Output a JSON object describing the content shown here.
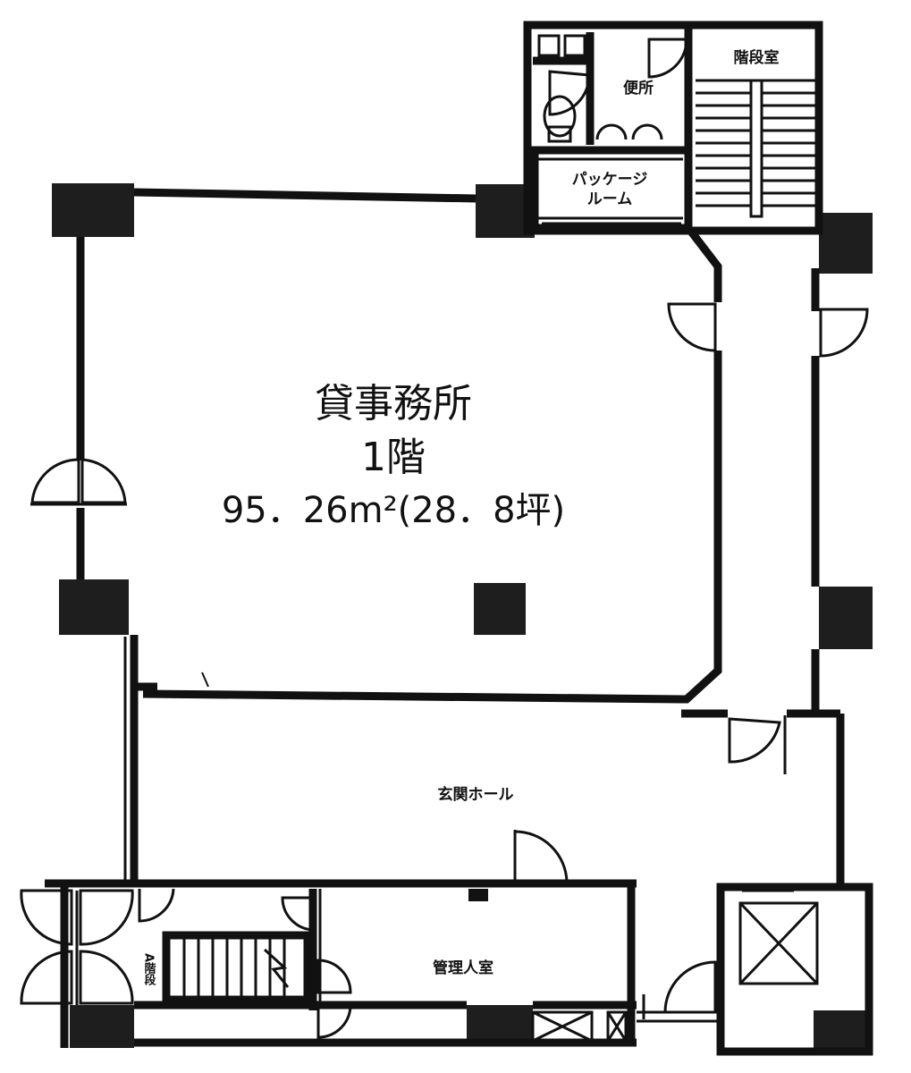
{
  "office": {
    "title": "貸事務所",
    "floor": "1階",
    "area": "95．26m²(28．8坪)"
  },
  "rooms": {
    "toilet": "便所",
    "stairwell": "階段室",
    "package_room_line1": "パッケージ",
    "package_room_line2": "ルーム",
    "entrance_hall": "玄関ホール",
    "manager_room": "管理人室",
    "stairs_a": "A階段"
  },
  "colors": {
    "wall": "#111111",
    "column": "#1e1e1e",
    "background": "#ffffff"
  }
}
